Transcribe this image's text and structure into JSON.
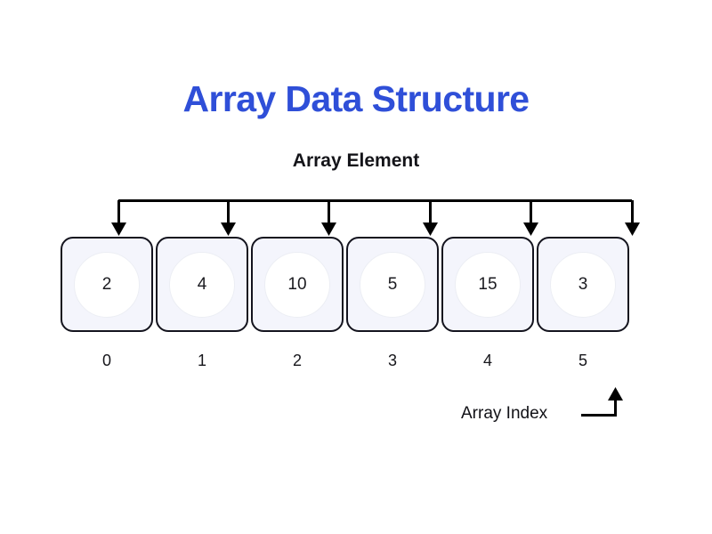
{
  "page": {
    "background_color": "#ffffff",
    "title": "Array Data Structure",
    "title_color": "#2f4fd8"
  },
  "diagram": {
    "element_caption": "Array Element",
    "index_caption": "Array Index",
    "cell_fill_color": "#f4f5fc",
    "cell_border_color": "#14141e",
    "bubble_fill_color": "#ffffff",
    "connector_color": "#000000",
    "cells": [
      {
        "value": "2",
        "index": "0"
      },
      {
        "value": "4",
        "index": "1"
      },
      {
        "value": "10",
        "index": "2"
      },
      {
        "value": "5",
        "index": "3"
      },
      {
        "value": "15",
        "index": "4"
      },
      {
        "value": "3",
        "index": "5"
      }
    ]
  }
}
